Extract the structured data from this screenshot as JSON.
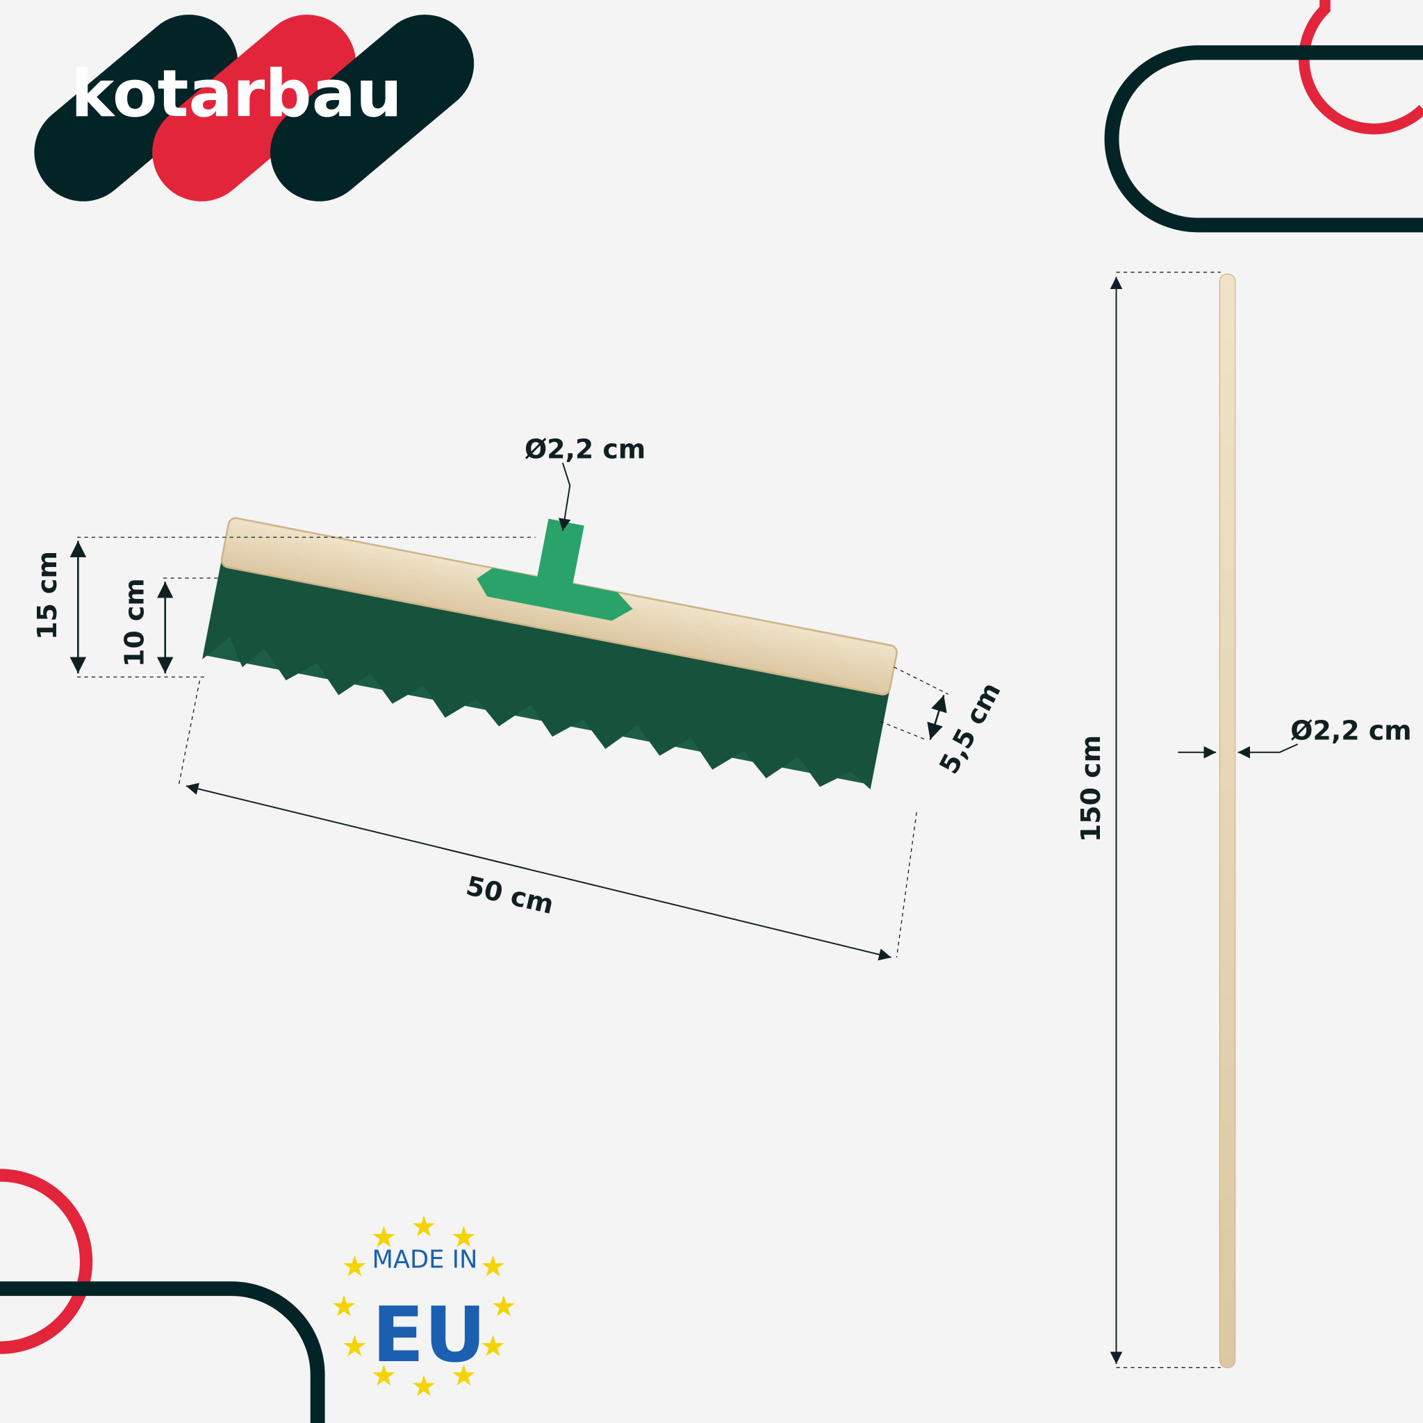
{
  "brand": {
    "name": "kotarbau",
    "colors": {
      "dark": "#022427",
      "red": "#e2253a",
      "wood": "#e9d9bd",
      "bristle": "#1c5e45"
    }
  },
  "dimensions": {
    "socket_diameter": "Ø2,2 cm",
    "total_height": "15 cm",
    "bristle_height": "10 cm",
    "length": "50 cm",
    "width": "5,5 cm",
    "handle_length": "150 cm",
    "handle_diameter": "Ø2,2 cm"
  },
  "badge": {
    "line1": "MADE IN",
    "line2": "EU",
    "star_color": "#f5d300"
  }
}
